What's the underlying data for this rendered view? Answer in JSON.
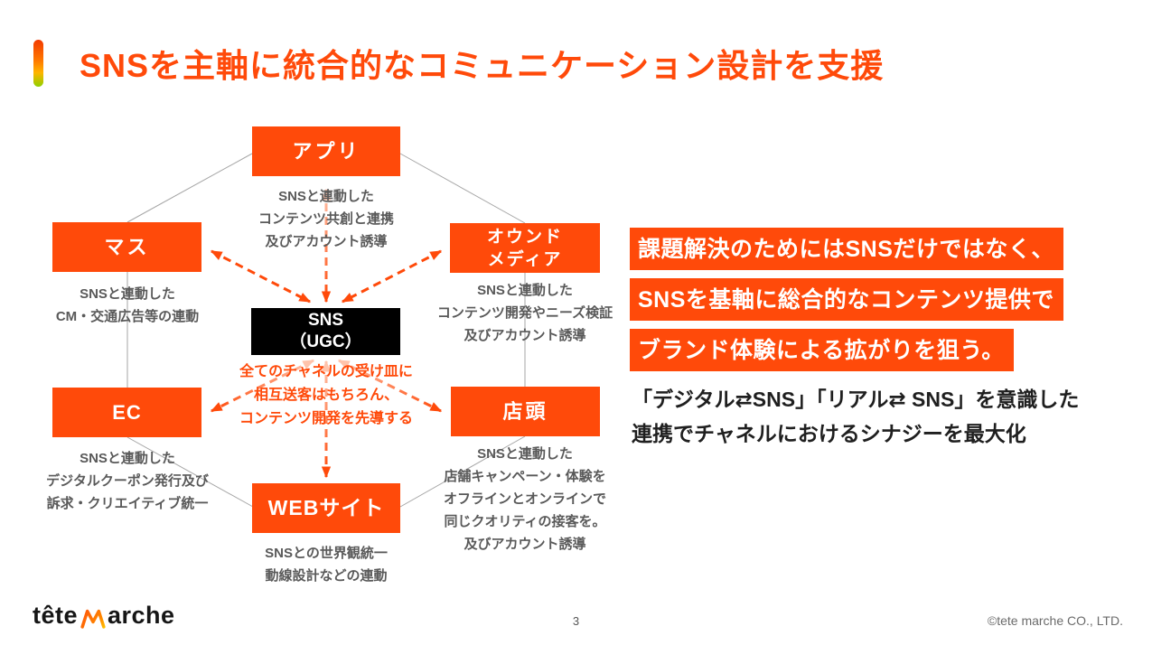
{
  "colors": {
    "brand_orange": "#ff4a0a",
    "light_orange": "#ffc3ab",
    "caption_gray": "#595959",
    "line_gray": "#a6a6a6",
    "accent_gradient": [
      "#f23a00",
      "#ff7a00",
      "#8fd000"
    ]
  },
  "header": {
    "title": "SNSを主軸に統合的なコミュニケーション設計を支援"
  },
  "diagram": {
    "app": {
      "label": "アプリ",
      "caption": [
        "SNSと連動した",
        "コンテンツ共創と連携",
        "及びアカウント誘導"
      ]
    },
    "mass": {
      "label": "マス",
      "caption": [
        "SNSと連動した",
        "CM・交通広告等の連動"
      ]
    },
    "owned": {
      "label_line1": "オウンド",
      "label_line2": "メディア",
      "caption": [
        "SNSと連動した",
        "コンテンツ開発やニーズ検証",
        "及びアカウント誘導"
      ]
    },
    "center": {
      "label_line1": "SNS",
      "label_line2": "（UGC）",
      "caption": [
        "全てのチャネルの受け皿に",
        "相互送客はもちろん、",
        "コンテンツ開発を先導する"
      ]
    },
    "ec": {
      "label": "EC",
      "caption": [
        "SNSと連動した",
        "デジタルクーポン発行及び",
        "訴求・クリエイティブ統一"
      ]
    },
    "store": {
      "label": "店頭",
      "caption": [
        "SNSと連動した",
        "店舗キャンペーン・体験を",
        "オフラインとオンラインで",
        "同じクオリティの接客を。",
        "及びアカウント誘導"
      ]
    },
    "web": {
      "label": "WEBサイト",
      "caption": [
        "SNSとの世界観統一",
        "動線設計などの連動"
      ]
    }
  },
  "message": {
    "highlights": [
      "課題解決のためにはSNSだけではなく、",
      "SNSを基軸に総合的なコンテンツ提供で",
      "ブランド体験による拡がりを狙う。"
    ],
    "statement": [
      "「デジタル⇄SNS」「リアル⇄ SNS」を意識した",
      "連携でチャネルにおけるシナジーを最大化"
    ]
  },
  "footer": {
    "logo_left": "tête",
    "logo_right": "arche",
    "page_number": "3",
    "copyright": "©tete marche CO., LTD."
  }
}
